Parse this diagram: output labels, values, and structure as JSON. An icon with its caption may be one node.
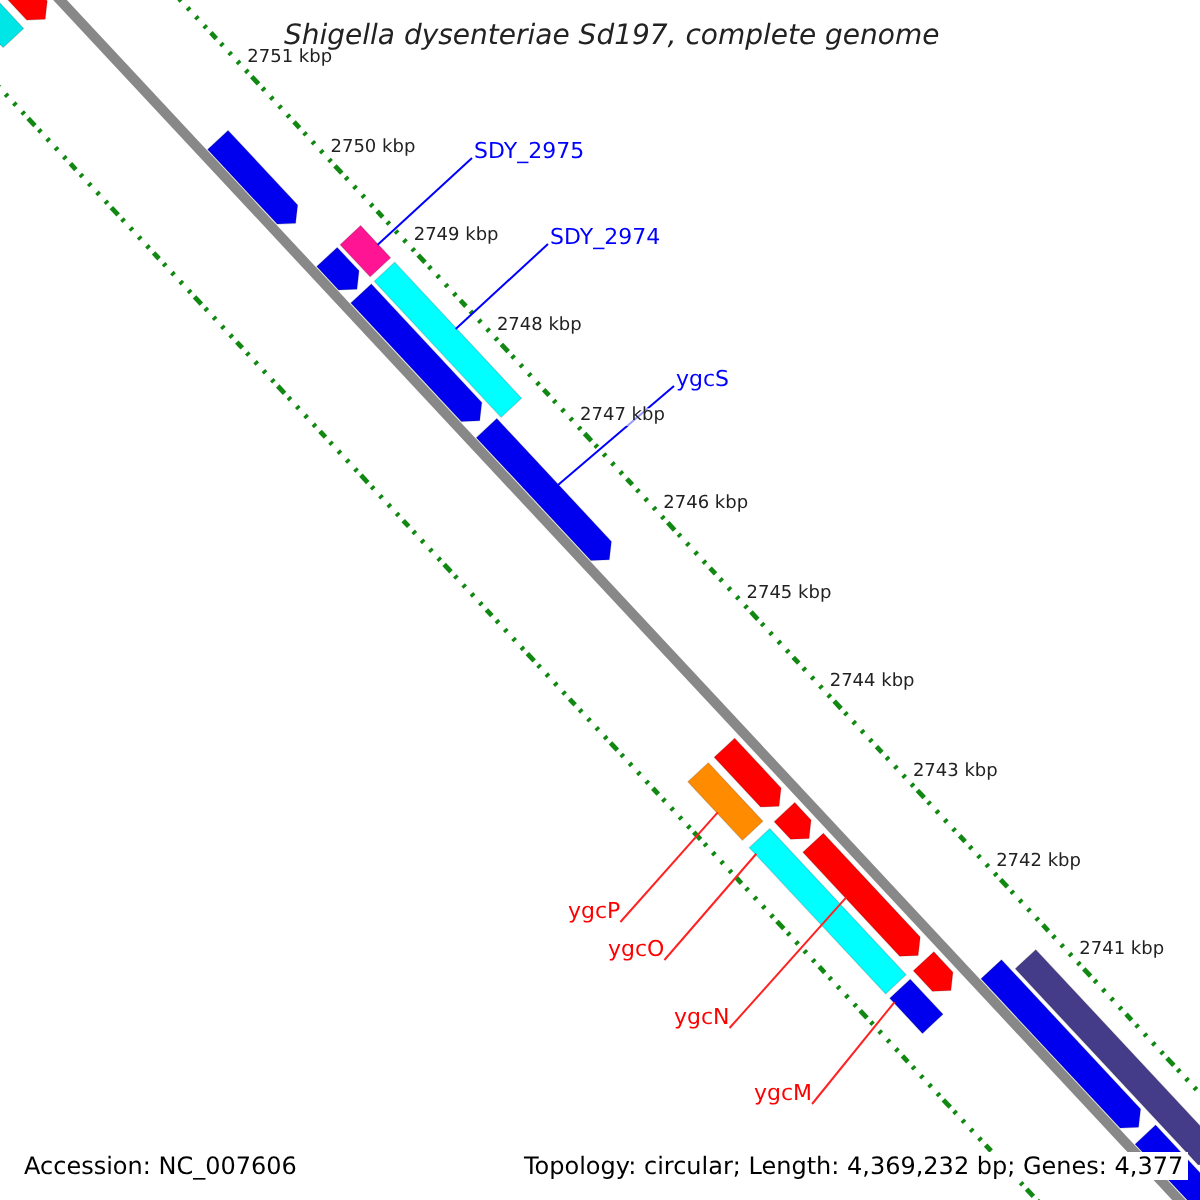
{
  "diagram": {
    "title": "Shigella dysenteriae Sd197, complete genome",
    "nodes": [
      {
        "text": [
          "SDY_2975"
        ]
      },
      {
        "text": [],
        "shape": "bar"
      },
      {
        "text": [
          "SDY_2974"
        ]
      },
      {
        "text": [],
        "shape": "bar"
      },
      {
        "text": [
          "ygcS"
        ]
      },
      {
        "text": [],
        "shape": "bar"
      },
      {
        "text": [
          "ygcP"
        ]
      },
      {
        "text": [],
        "shape": "bar"
      },
      {
        "text": [
          "ygcO"
        ]
      },
      {
        "text": [],
        "shape": "bar"
      },
      {
        "text": [
          "ygcN"
        ]
      },
      {
        "text": [],
        "shape": "bar"
      },
      {
        "text": [
          "ygcM"
        ]
      },
      {
        "text": [],
        "shape": "bar"
      }
    ],
    "edges": [
      {
        "from": 0,
        "to": 1,
        "arrow": "none",
        "color": "#0000ff"
      },
      {
        "from": 2,
        "to": 3,
        "arrow": "none",
        "color": "#0000ff"
      },
      {
        "from": 4,
        "to": 5,
        "arrow": "none",
        "color": "#0000ff"
      },
      {
        "from": 6,
        "to": 7,
        "arrow": "none"
      },
      {
        "from": 8,
        "to": 9,
        "arrow": "none"
      },
      {
        "from": 10,
        "to": 11,
        "arrow": "none"
      },
      {
        "from": 12,
        "to": 13,
        "arrow": "none"
      }
    ],
    "labels": [
      "2751 kbp",
      "2750 kbp",
      "2749 kbp",
      "2748 kbp",
      "2747 kbp",
      "2746 kbp",
      "2745 kbp",
      "2744 kbp",
      "2743 kbp",
      "2742 kbp",
      "2741 kbp",
      "Accession: NC_007606",
      "Topology: circular; Length: 4,369,232 bp; Genes: 4,377"
    ]
  }
}
